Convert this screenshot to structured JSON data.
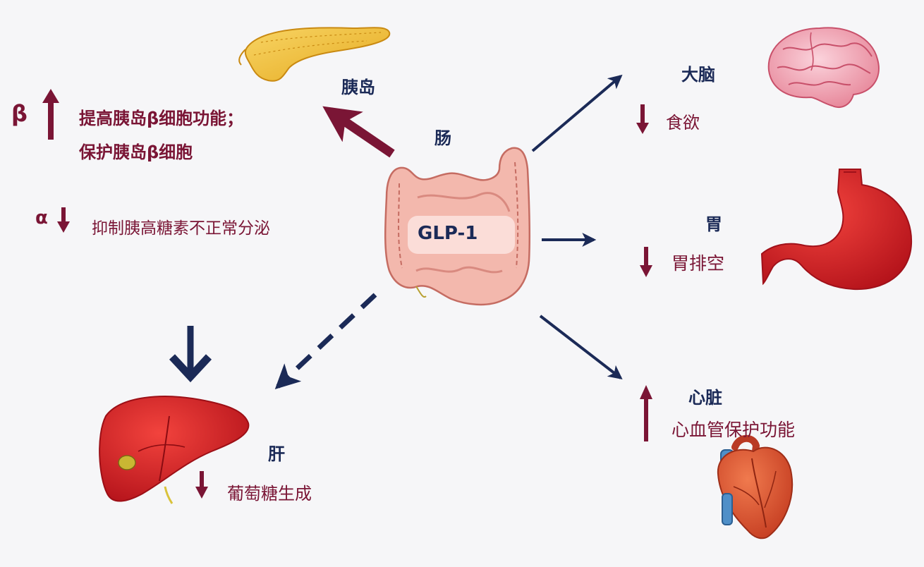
{
  "center": {
    "organ_label": "肠",
    "hormone": "GLP-1"
  },
  "pancreas": {
    "label": "胰岛",
    "beta_symbol": "β",
    "beta_effects": [
      "提高胰岛β细胞功能；",
      "保护胰岛β细胞"
    ],
    "alpha_symbol": "α",
    "alpha_effect": "抑制胰高糖素不正常分泌"
  },
  "brain": {
    "label": "大脑",
    "effect": "食欲"
  },
  "stomach": {
    "label": "胃",
    "effect": "胃排空"
  },
  "heart": {
    "label": "心脏",
    "effect": "心血管保护功能"
  },
  "liver": {
    "label": "肝",
    "effect": "葡萄糖生成"
  },
  "colors": {
    "maroon": "#7a1535",
    "navy": "#1b2a57",
    "organ_red": "#d81f26",
    "pancreas_yellow": "#f2c23a",
    "intestine_pink": "#e8a09a"
  }
}
